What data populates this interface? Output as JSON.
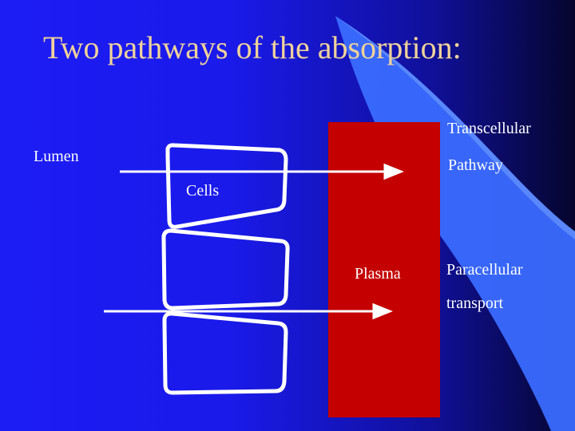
{
  "slide": {
    "title": "Two pathways of the absorption:",
    "labels": {
      "lumen": "Lumen",
      "cells": "Cells",
      "plasma": "Plasma",
      "transcellular_line1": "Transcellular",
      "transcellular_line2": "Pathway",
      "paracellular_line1": "Paracellular",
      "paracellular_line2": "transport"
    }
  },
  "colors": {
    "background_left": "#1c1cf5",
    "background_right": "#05052e",
    "title": "#f0d29a",
    "plasma_band": "#c40000",
    "swoosh": "#3a6cff",
    "lines_and_text": "#ffffff"
  }
}
